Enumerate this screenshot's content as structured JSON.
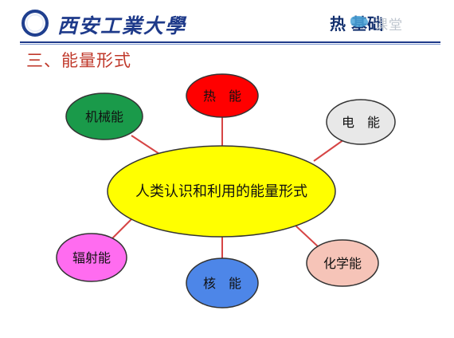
{
  "header": {
    "university_name": "西安工業大學",
    "course_name": "热 基础",
    "course_overlay_text": "课堂"
  },
  "section_title": "三、能量形式",
  "diagram": {
    "center": {
      "label": "人类认识和利用的能量形式",
      "color": "#ffff00"
    },
    "nodes": [
      {
        "id": "mechanical",
        "label": "机械能",
        "color": "#1a9a4a"
      },
      {
        "id": "thermal",
        "label": "热　能",
        "color": "#ff0000"
      },
      {
        "id": "electric",
        "label": "电　能",
        "color": "#e8e8e8"
      },
      {
        "id": "chemical",
        "label": "化学能",
        "color": "#f6c4b8"
      },
      {
        "id": "nuclear",
        "label": "核　能",
        "color": "#4d86e8"
      },
      {
        "id": "radiation",
        "label": "辐射能",
        "color": "#ff6cf0"
      }
    ],
    "connector_color": "#d64545"
  }
}
